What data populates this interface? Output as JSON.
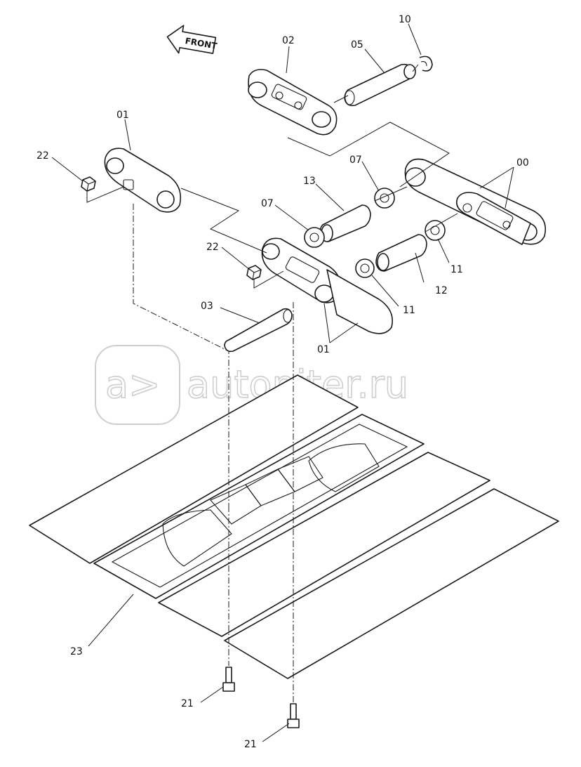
{
  "direction_arrow": {
    "text": "FRONT"
  },
  "watermark": {
    "text": "autopiter.ru",
    "logo_text": "a>"
  },
  "callouts": {
    "c_00": "00",
    "c_01_top": "01",
    "c_01_bottom": "01",
    "c_02": "02",
    "c_03": "03",
    "c_05": "05",
    "c_07_left": "07",
    "c_07_right": "07",
    "c_10": "10",
    "c_11_right": "11",
    "c_11_lower": "11",
    "c_12": "12",
    "c_13": "13",
    "c_21_left": "21",
    "c_21_right": "21",
    "c_22_top": "22",
    "c_22_mid": "22",
    "c_23": "23"
  },
  "colors": {
    "line": "#1a1a1a",
    "watermark": "#c9c9c9",
    "background": "#ffffff"
  }
}
